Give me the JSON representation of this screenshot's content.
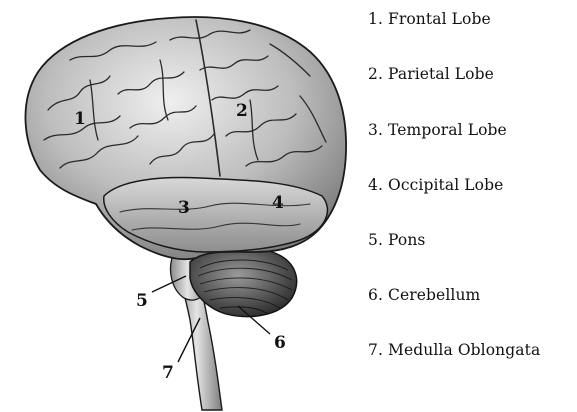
{
  "figure": {
    "markers": [
      "1",
      "2",
      "3",
      "4",
      "5",
      "6",
      "7"
    ]
  },
  "legend": {
    "items": [
      "1. Frontal Lobe",
      "2. Parietal Lobe",
      "3. Temporal Lobe",
      "4. Occipital Lobe",
      "5. Pons",
      "6. Cerebellum",
      "7. Medulla Oblongata"
    ]
  },
  "colors": {
    "brain_fill": "#c9c9c9",
    "brain_shadow": "#8a8a8a",
    "outline": "#1a1a1a",
    "text": "#111111"
  }
}
